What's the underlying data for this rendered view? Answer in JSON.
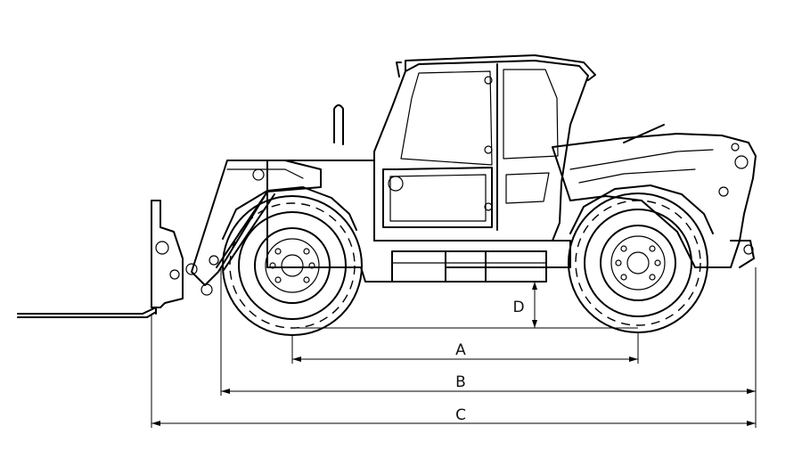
{
  "diagram": {
    "type": "telehandler-side-view-dimension-drawing",
    "line_color": "#000000",
    "background": "#ffffff",
    "dimensions": [
      {
        "id": "A",
        "label": "A"
      },
      {
        "id": "B",
        "label": "B"
      },
      {
        "id": "C",
        "label": "C"
      },
      {
        "id": "D",
        "label": "D"
      }
    ]
  }
}
